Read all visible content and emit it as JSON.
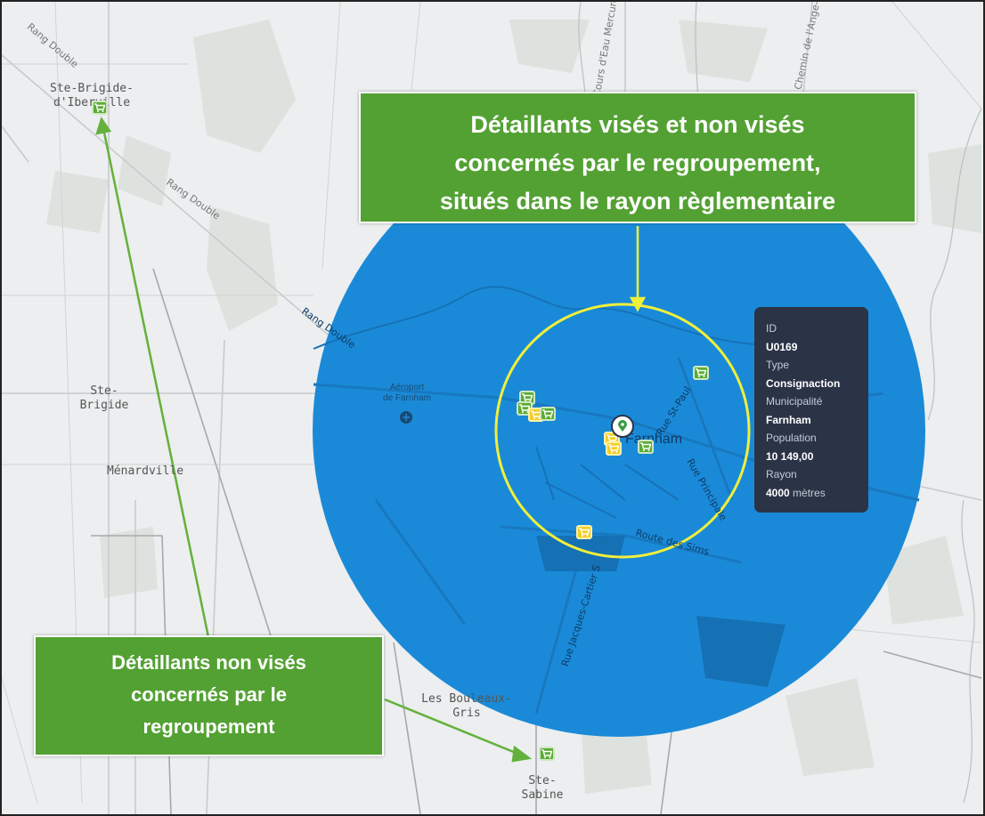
{
  "places": {
    "ste_brigide_iberville": "Ste-Brigide-\nd'Iberville",
    "ste_brigide": "Ste-\nBrigide",
    "menardville": "Ménardville",
    "les_bouleaux_gris": "Les Bouleaux-\nGris",
    "ste_sabine": "Ste-\nSabine",
    "aeroport": "Aéroport\nde Farnham",
    "farnham": "Farnham"
  },
  "roads": {
    "rang_double_1": "Rang Double",
    "rang_double_2": "Rang Double",
    "rang_double_3": "Rang Double",
    "cours_eau": "Cours d'Eau Mercure",
    "chemin_ange": "Chemin de l'Ange-Gardien",
    "rue_st_paul": "Rue St-Paul",
    "rue_principale": "Rue Principale",
    "route_des_sims": "Route des Sims",
    "rue_jacques": "Rue Jacques-Cartier S"
  },
  "callouts": {
    "top": [
      "Détaillants visés et non visés",
      "concernés par le regroupement,",
      "situés dans le rayon règlementaire"
    ],
    "bottom": [
      "Détaillants non visés",
      "concernés par le",
      "regroupement"
    ]
  },
  "tooltip": {
    "id_label": "ID",
    "id_value": "U0169",
    "type_label": "Type",
    "type_value": "Consignaction",
    "municipality_label": "Municipalité",
    "municipality_value": "Farnham",
    "population_label": "Population",
    "population_value": "10 149,00",
    "radius_label": "Rayon",
    "radius_value": "4000",
    "radius_unit": " mètres"
  },
  "legend_colors": {
    "buffer_radius": "#1a8ad8",
    "inner_circle": "#f0ef3a",
    "callout": "#53a133",
    "store_non_targeted": "#5bab35",
    "store_targeted": "#f4cd26"
  },
  "icons": {
    "store": "shopping-cart-icon",
    "pin": "location-pin-icon",
    "airport": "airplane-icon"
  }
}
